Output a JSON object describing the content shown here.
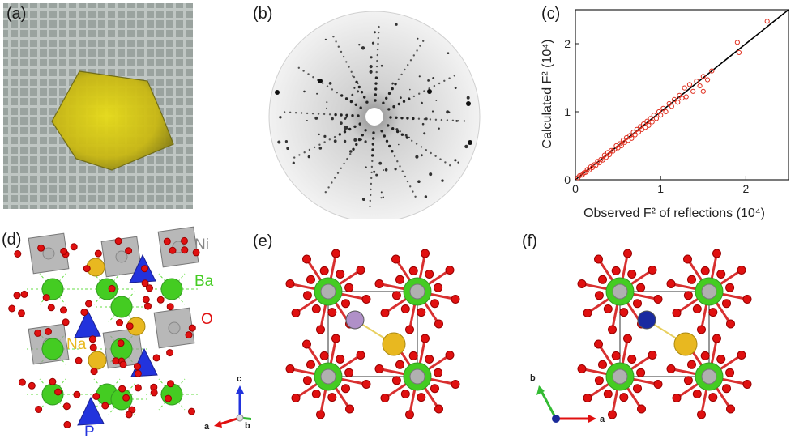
{
  "figure": {
    "panels": {
      "a": {
        "label": "(a)"
      },
      "b": {
        "label": "(b)"
      },
      "c": {
        "label": "(c)"
      },
      "d": {
        "label": "(d)",
        "atoms": {
          "ni": "Ni",
          "ba": "Ba",
          "o": "O",
          "na": "Na",
          "p": "P"
        },
        "axes": {
          "c": "c",
          "a": "a",
          "b": "b"
        }
      },
      "e": {
        "label": "(e)"
      },
      "f": {
        "label": "(f)",
        "axes": {
          "b": "b",
          "a": "a"
        }
      }
    }
  },
  "colors": {
    "ni_atom": "#b0b0b0",
    "ba_atom": "#44cc22",
    "o_atom": "#e01010",
    "na_atom": "#e8b820",
    "p_tetra": "#2233dd",
    "crystal": "#d8cc10",
    "fit_line": "#000000",
    "fit_points": "#e03020"
  },
  "chart_data": {
    "type": "scatter",
    "title": "",
    "xlabel": "Observed F² of reflections (10⁴)",
    "ylabel": "Calculated F² (10⁴)",
    "xlim": [
      0,
      2.5
    ],
    "ylim": [
      0,
      2.5
    ],
    "xticks": [
      0,
      1,
      2
    ],
    "yticks": [
      0,
      1,
      2
    ],
    "grid": false,
    "series": [
      {
        "marker": "open-circle",
        "points": [
          [
            0.03,
            0.03
          ],
          [
            0.05,
            0.06
          ],
          [
            0.08,
            0.07
          ],
          [
            0.1,
            0.1
          ],
          [
            0.12,
            0.11
          ],
          [
            0.14,
            0.15
          ],
          [
            0.16,
            0.14
          ],
          [
            0.18,
            0.19
          ],
          [
            0.2,
            0.18
          ],
          [
            0.22,
            0.22
          ],
          [
            0.24,
            0.21
          ],
          [
            0.26,
            0.27
          ],
          [
            0.28,
            0.25
          ],
          [
            0.3,
            0.3
          ],
          [
            0.32,
            0.29
          ],
          [
            0.34,
            0.36
          ],
          [
            0.36,
            0.33
          ],
          [
            0.38,
            0.4
          ],
          [
            0.4,
            0.37
          ],
          [
            0.42,
            0.43
          ],
          [
            0.44,
            0.42
          ],
          [
            0.46,
            0.45
          ],
          [
            0.48,
            0.5
          ],
          [
            0.5,
            0.47
          ],
          [
            0.52,
            0.53
          ],
          [
            0.54,
            0.5
          ],
          [
            0.56,
            0.58
          ],
          [
            0.58,
            0.55
          ],
          [
            0.6,
            0.62
          ],
          [
            0.62,
            0.58
          ],
          [
            0.64,
            0.65
          ],
          [
            0.66,
            0.61
          ],
          [
            0.68,
            0.7
          ],
          [
            0.7,
            0.66
          ],
          [
            0.72,
            0.74
          ],
          [
            0.74,
            0.7
          ],
          [
            0.76,
            0.78
          ],
          [
            0.78,
            0.74
          ],
          [
            0.8,
            0.82
          ],
          [
            0.82,
            0.77
          ],
          [
            0.84,
            0.86
          ],
          [
            0.86,
            0.8
          ],
          [
            0.88,
            0.9
          ],
          [
            0.9,
            0.85
          ],
          [
            0.92,
            0.95
          ],
          [
            0.95,
            0.9
          ],
          [
            0.98,
            1.0
          ],
          [
            1.0,
            0.95
          ],
          [
            1.03,
            1.05
          ],
          [
            1.06,
            1.0
          ],
          [
            1.1,
            1.12
          ],
          [
            1.13,
            1.08
          ],
          [
            1.16,
            1.18
          ],
          [
            1.2,
            1.14
          ],
          [
            1.22,
            1.24
          ],
          [
            1.25,
            1.2
          ],
          [
            1.28,
            1.35
          ],
          [
            1.3,
            1.22
          ],
          [
            1.34,
            1.4
          ],
          [
            1.38,
            1.3
          ],
          [
            1.42,
            1.45
          ],
          [
            1.46,
            1.38
          ],
          [
            1.5,
            1.52
          ],
          [
            1.55,
            1.47
          ],
          [
            1.6,
            1.6
          ],
          [
            1.5,
            1.3
          ],
          [
            1.9,
            2.02
          ],
          [
            1.92,
            1.87
          ],
          [
            2.25,
            2.33
          ]
        ]
      }
    ],
    "fit_line": [
      [
        0,
        0
      ],
      [
        2.5,
        2.5
      ]
    ]
  }
}
